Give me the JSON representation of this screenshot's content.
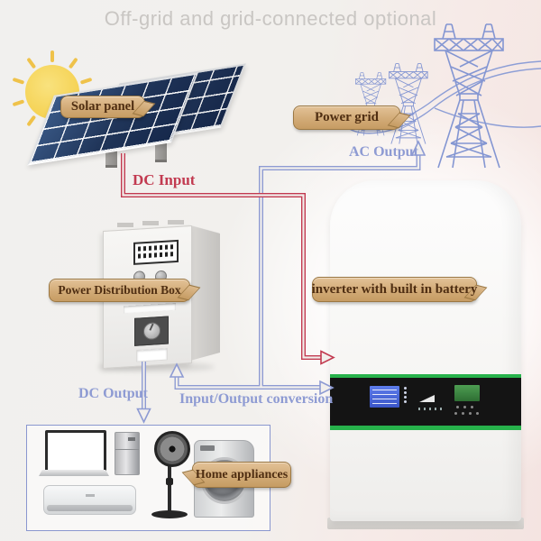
{
  "title": "Off-grid and grid-connected optional",
  "labels": {
    "solar_panel": "Solar panel",
    "power_grid": "Power grid",
    "distribution_box": "Power Distribution Box",
    "inverter": "inverter with built in battery",
    "home_appliances": "Home appliances"
  },
  "flows": {
    "dc_input": "DC Input",
    "ac_output": "AC Output",
    "dc_output": "DC Output",
    "io_conversion": "Input/Output conversion"
  },
  "icons": {
    "sun": "sun-icon",
    "solar_panel": "solar-panel-icon",
    "power_towers": "transmission-tower-icon",
    "distribution_box": "distribution-box-icon",
    "inverter": "inverter-icon",
    "laptop": "laptop-icon",
    "fridge": "fridge-icon",
    "fan": "fan-icon",
    "washing_machine": "washing-machine-icon",
    "air_conditioner": "air-conditioner-icon"
  },
  "colors": {
    "dc_line_red": "#c23a50",
    "ac_line_blue": "#8e9bd3",
    "tower_blue": "#8496d2",
    "label_bg": "#d2ab77",
    "label_border": "#9c7843",
    "label_text": "#4f2e12",
    "title_text": "#c9c6c3",
    "panel_navy": "#203559",
    "sun_yellow": "#f5d254",
    "inverter_green": "#27b24b",
    "appliance_box_border": "#8a97cf"
  }
}
